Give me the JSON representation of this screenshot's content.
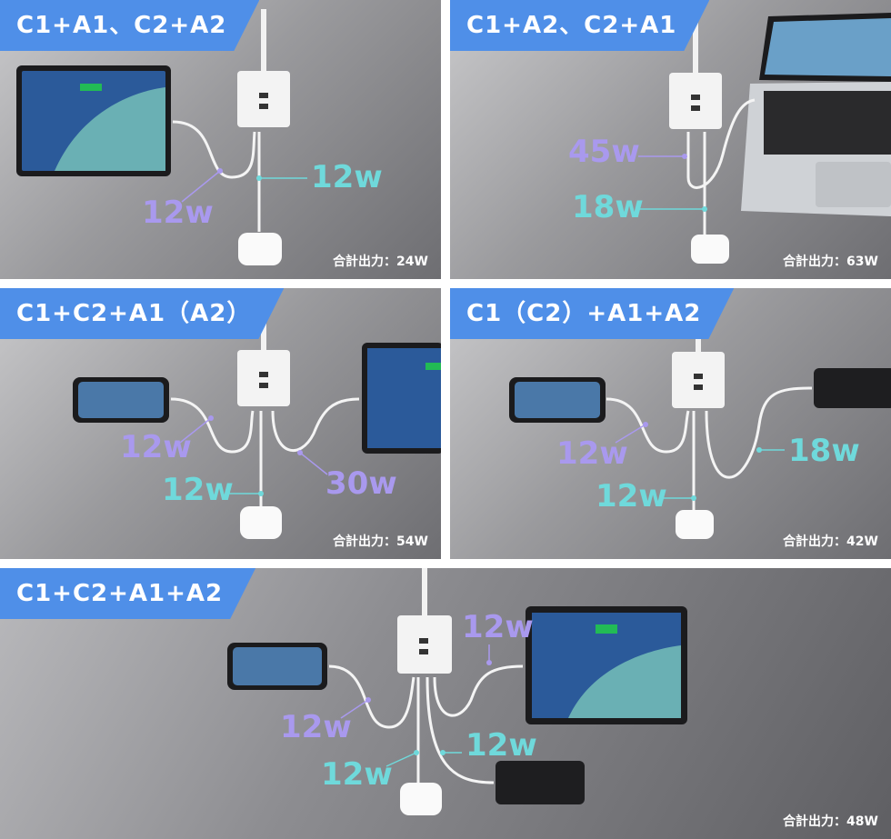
{
  "panels": [
    {
      "title": "C1+A1、C2+A2",
      "total": "合計出力：24W",
      "labels": [
        "12w",
        "12w"
      ]
    },
    {
      "title": "C1+A2、C2+A1",
      "total": "合計出力：63W",
      "labels": [
        "45w",
        "18w"
      ]
    },
    {
      "title": "C1+C2+A1（A2）",
      "total": "合計出力：54W",
      "labels": [
        "12w",
        "12w",
        "30w"
      ]
    },
    {
      "title": "C1（C2）+A1+A2",
      "total": "合計出力：42W",
      "labels": [
        "12w",
        "12w",
        "18w"
      ]
    },
    {
      "title": "C1+C2+A1+A2",
      "total": "合計出力：48W",
      "labels": [
        "12w",
        "12w",
        "12w",
        "12w"
      ]
    }
  ],
  "colors": {
    "tag": "#4f8fe8",
    "purple_label": "#a999ee",
    "teal_label": "#6fd9db"
  }
}
